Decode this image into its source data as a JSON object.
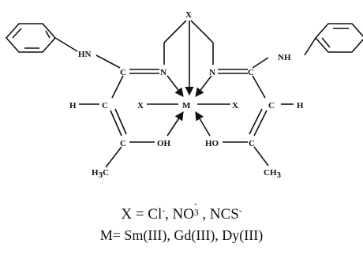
{
  "atoms": {
    "x_top": "X",
    "x_left": "X",
    "x_right": "X",
    "metal": "M",
    "n_left": "N",
    "n_right": "N",
    "c_left_up": "C",
    "c_right_up": "C",
    "c_left_mid": "C",
    "c_right_mid": "C",
    "c_left_low": "C",
    "c_right_low": "C",
    "nh_left": "HN",
    "nh_right": "NH",
    "h_left": "H",
    "h_right": "H",
    "oh_left": "OH",
    "oh_right": "HO",
    "methyl_left": "H",
    "methyl_left_sub": "3",
    "methyl_left_c": "C",
    "methyl_right": "CH",
    "methyl_right_sub": "3"
  },
  "caption": {
    "x_label": "X = ",
    "ion1": "Cl",
    "ion1_charge": "-",
    "sep1": ", ",
    "ion2": "NO",
    "ion2_sub": "3",
    "ion2_charge": "-",
    "sep2": ", ",
    "ion3": "NCS",
    "ion3_charge": "-",
    "m_line": "M= Sm(III), Gd(III), Dy(III)"
  }
}
